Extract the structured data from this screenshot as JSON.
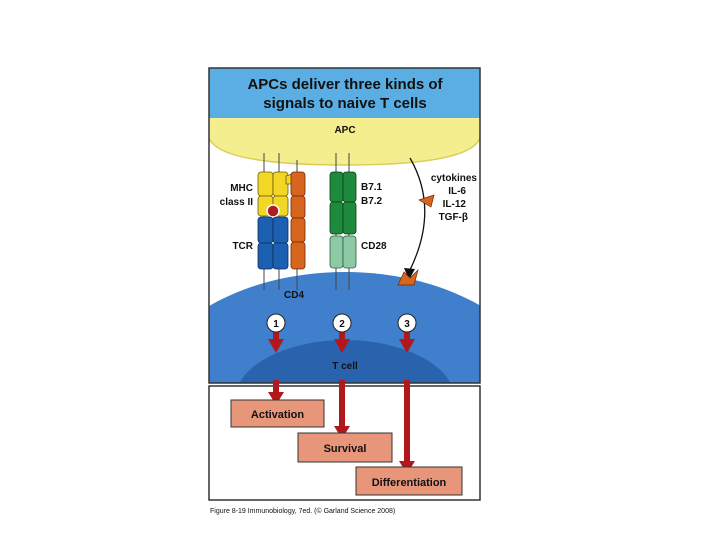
{
  "title": {
    "line1": "APCs deliver three kinds of",
    "line2": "signals to naive T cells"
  },
  "cells": {
    "apc": "APC",
    "tcell": "T cell"
  },
  "molecules": {
    "mhc_line1": "MHC",
    "mhc_line2": "class II",
    "tcr": "TCR",
    "cd4": "CD4",
    "b71": "B7.1",
    "b72": "B7.2",
    "cd28": "CD28",
    "cytokines": "cytokines",
    "il6": "IL-6",
    "il12": "IL-12",
    "tgfb": "TGF-β"
  },
  "signals": [
    {
      "number": "1",
      "outcome": "Activation"
    },
    {
      "number": "2",
      "outcome": "Survival"
    },
    {
      "number": "3",
      "outcome": "Differentiation"
    }
  ],
  "caption": "Figure 8-19 Immunobiology, 7ed. (© Garland Science 2008)",
  "colors": {
    "title_bg": "#5aaee3",
    "apc": "#f5ee8e",
    "tcell": "#3f7fcc",
    "tcell_dark": "#2a63ad",
    "mhc_yellow": "#f2d726",
    "tcr_blue": "#1d5fb0",
    "cd4_orange": "#d8651e",
    "b7_green": "#1e8a3c",
    "cd28_green": "#8cc9a4",
    "arrow_red": "#b3161b",
    "outcome_box": "#e8967a",
    "peptide": "#b01c22"
  }
}
